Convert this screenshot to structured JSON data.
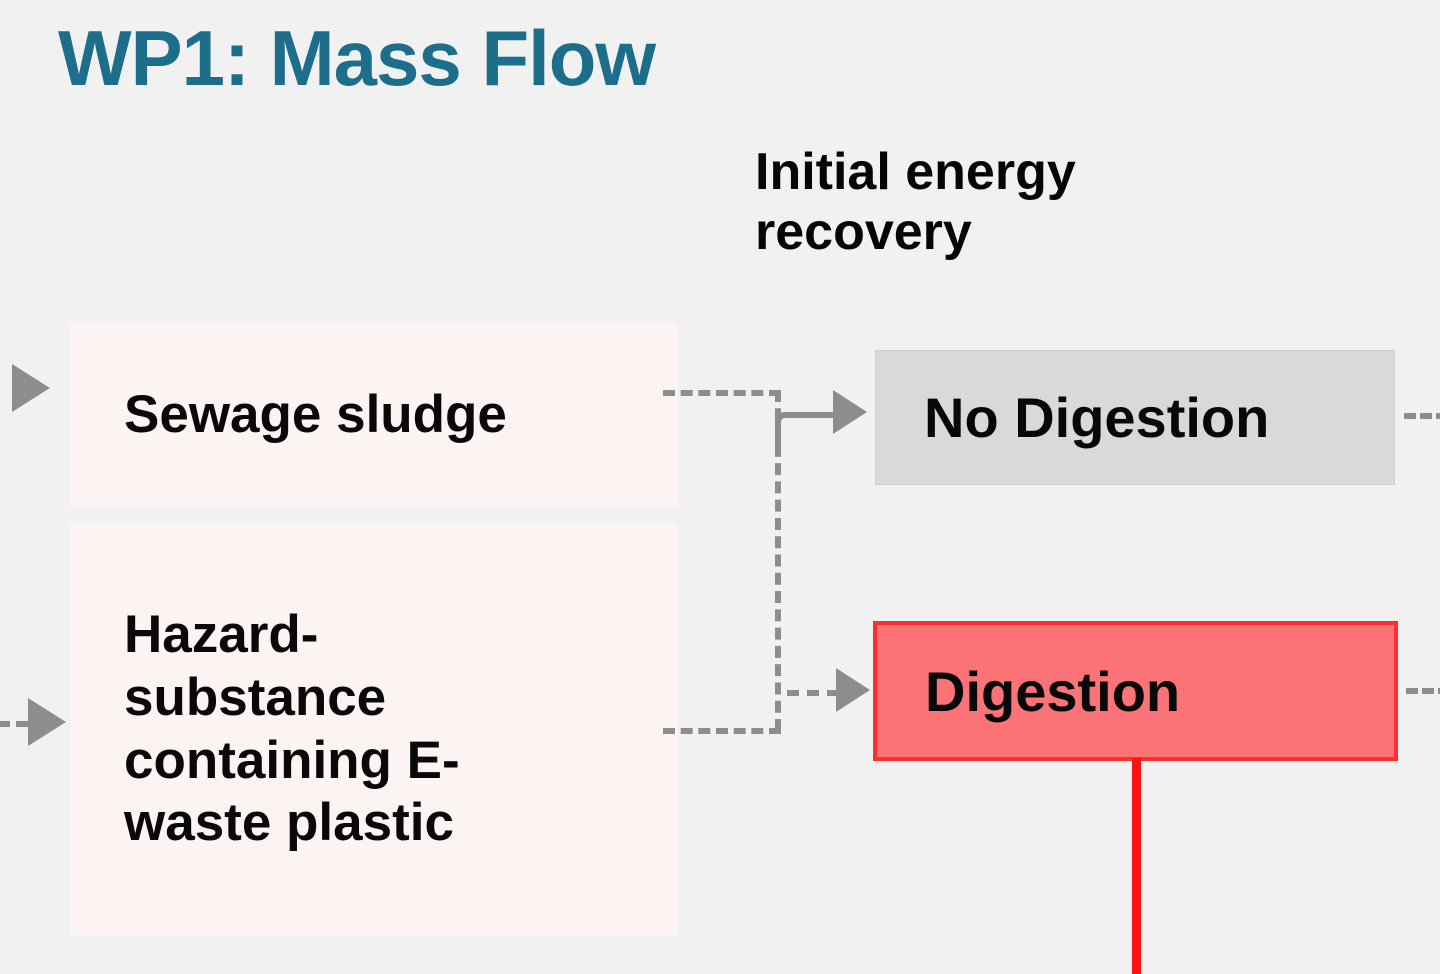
{
  "slide": {
    "title": "WP1: Mass Flow",
    "title_color": "#1d6e8a",
    "background_color": "#f1f1f1"
  },
  "labels": {
    "stage_initial_energy_recovery": "Initial energy\nrecovery"
  },
  "inputs": [
    {
      "id": "sewage-sludge",
      "label": "Sewage sludge",
      "fill_color": "#fcf4f2"
    },
    {
      "id": "ewaste-plastic",
      "label": "Hazard-\nsubstance\ncontaining E-\nwaste plastic",
      "fill_color": "#fcf4f2"
    }
  ],
  "processes": [
    {
      "id": "no-digestion",
      "label": "No Digestion",
      "fill_color": "#d9d9d9",
      "border_color": "#cfcfcf"
    },
    {
      "id": "digestion",
      "label": "Digestion",
      "fill_color": "#fc7377",
      "border_color": "#fb2f2f"
    }
  ],
  "connectors": {
    "line_color": "#8d8d8d",
    "red_flow_color": "#fc1313",
    "icons": {
      "inflow_sewage": "triangle-right-icon",
      "inflow_ewaste": "triangle-right-icon",
      "to_no_digestion": "arrow-right-icon",
      "to_digestion": "arrow-right-icon"
    }
  }
}
